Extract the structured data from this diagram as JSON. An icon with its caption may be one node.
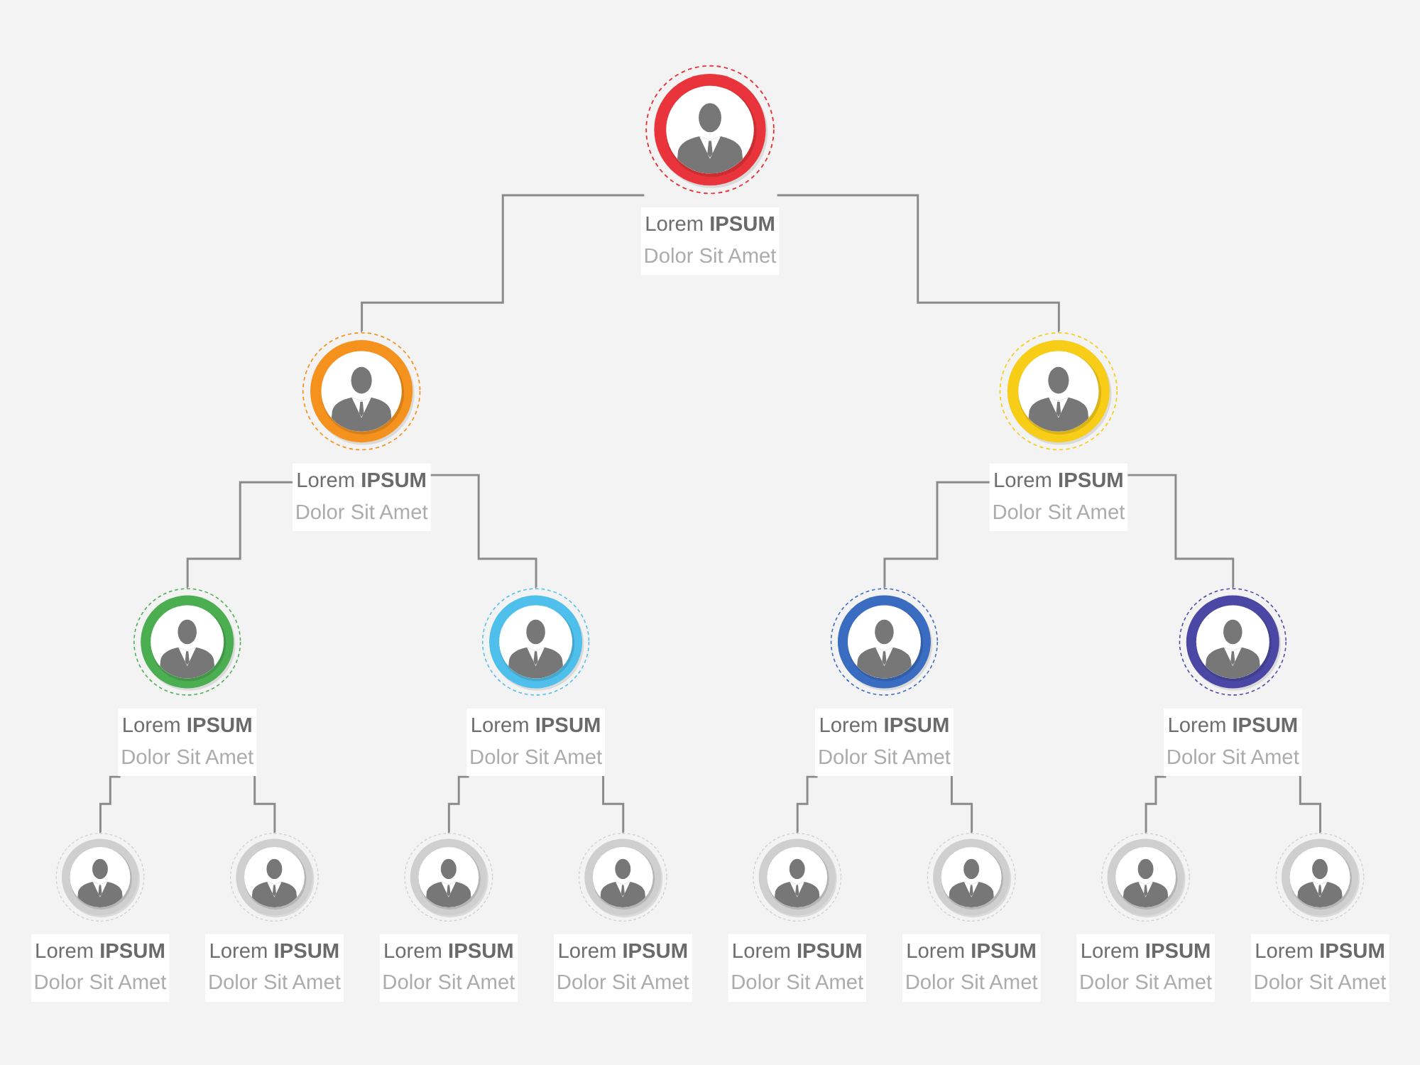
{
  "diagram": {
    "nodes": [
      {
        "text": [
          "Lorem **IPSUM**",
          "Dolor Sit Amet"
        ]
      },
      {
        "text": [
          "Lorem **IPSUM**",
          "Dolor Sit Amet"
        ]
      },
      {
        "text": [
          "Lorem **IPSUM**",
          "Dolor Sit Amet"
        ]
      },
      {
        "text": [
          "Lorem **IPSUM**",
          "Dolor Sit Amet"
        ]
      },
      {
        "text": [
          "Lorem **IPSUM**",
          "Dolor Sit Amet"
        ]
      },
      {
        "text": [
          "Lorem **IPSUM**",
          "Dolor Sit Amet"
        ]
      },
      {
        "text": [
          "Lorem **IPSUM**",
          "Dolor Sit Amet"
        ]
      },
      {
        "text": [
          "Lorem **IPSUM**",
          "Dolor Sit Amet"
        ]
      },
      {
        "text": [
          "Lorem **IPSUM**",
          "Dolor Sit Amet"
        ]
      },
      {
        "text": [
          "Lorem **IPSUM**",
          "Dolor Sit Amet"
        ]
      },
      {
        "text": [
          "Lorem **IPSUM**",
          "Dolor Sit Amet"
        ]
      },
      {
        "text": [
          "Lorem **IPSUM**",
          "Dolor Sit Amet"
        ]
      },
      {
        "text": [
          "Lorem **IPSUM**",
          "Dolor Sit Amet"
        ]
      },
      {
        "text": [
          "Lorem **IPSUM**",
          "Dolor Sit Amet"
        ]
      },
      {
        "text": [
          "Lorem **IPSUM**",
          "Dolor Sit Amet"
        ]
      }
    ],
    "edges": [
      {
        "from": 0,
        "to": 1,
        "arrow": "none"
      },
      {
        "from": 0,
        "to": 2,
        "arrow": "none"
      },
      {
        "from": 1,
        "to": 3,
        "arrow": "none"
      },
      {
        "from": 1,
        "to": 4,
        "arrow": "none"
      },
      {
        "from": 2,
        "to": 5,
        "arrow": "none"
      },
      {
        "from": 2,
        "to": 6,
        "arrow": "none"
      },
      {
        "from": 3,
        "to": 7,
        "arrow": "none"
      },
      {
        "from": 3,
        "to": 8,
        "arrow": "none"
      },
      {
        "from": 4,
        "to": 9,
        "arrow": "none"
      },
      {
        "from": 4,
        "to": 10,
        "arrow": "none"
      },
      {
        "from": 5,
        "to": 11,
        "arrow": "none"
      },
      {
        "from": 5,
        "to": 12,
        "arrow": "none"
      },
      {
        "from": 6,
        "to": 13,
        "arrow": "none"
      },
      {
        "from": 6,
        "to": 14,
        "arrow": "none"
      }
    ]
  }
}
